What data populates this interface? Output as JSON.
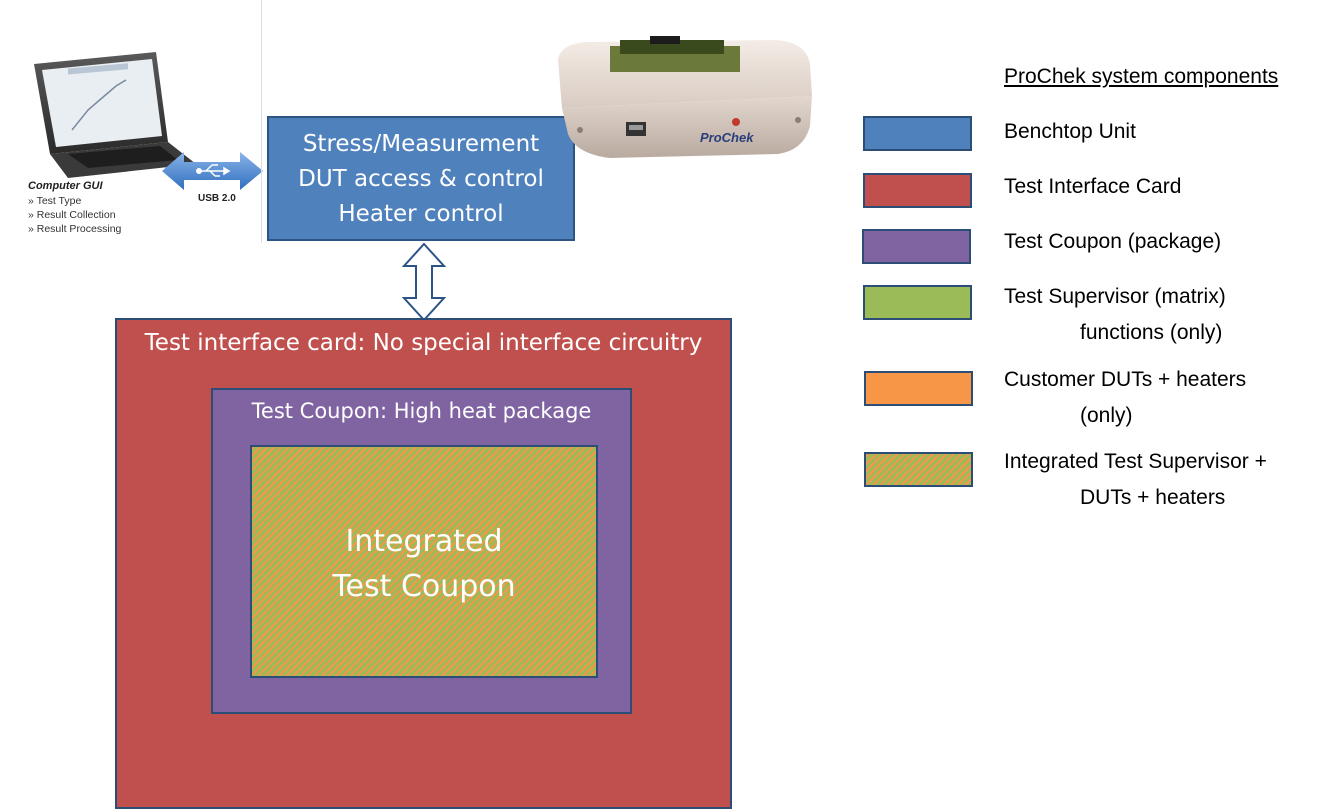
{
  "gui": {
    "title": "Computer GUI",
    "items": [
      "» Test Type",
      "» Result Collection",
      "» Result Processing"
    ]
  },
  "usb_label": "USB 2.0",
  "benchtop_box": {
    "lines": [
      "Stress/Measurement",
      "DUT access & control",
      "Heater control"
    ],
    "color": "#4f81bd"
  },
  "test_interface_card": {
    "label": "Test interface card: No special interface circuitry",
    "color": "#c0504d"
  },
  "test_coupon": {
    "label": "Test Coupon: High heat package",
    "color": "#8064a2"
  },
  "integrated_coupon": {
    "lines": [
      "Integrated",
      "Test Coupon"
    ]
  },
  "legend": {
    "title": "ProChek system components",
    "items": [
      {
        "line1": "Benchtop Unit",
        "line2": "",
        "color": "#4f81bd"
      },
      {
        "line1": "Test Interface Card",
        "line2": "",
        "color": "#c0504d"
      },
      {
        "line1": "Test Coupon (package)",
        "line2": "",
        "color": "#8064a2"
      },
      {
        "line1": "Test Supervisor (matrix)",
        "line2": "functions (only)",
        "color": "#9bbb59"
      },
      {
        "line1": "Customer DUTs + heaters",
        "line2": "(only)",
        "color": "#f79646"
      },
      {
        "line1": "Integrated Test Supervisor +",
        "line2": "DUTs + heaters",
        "color": "hatch"
      }
    ]
  }
}
